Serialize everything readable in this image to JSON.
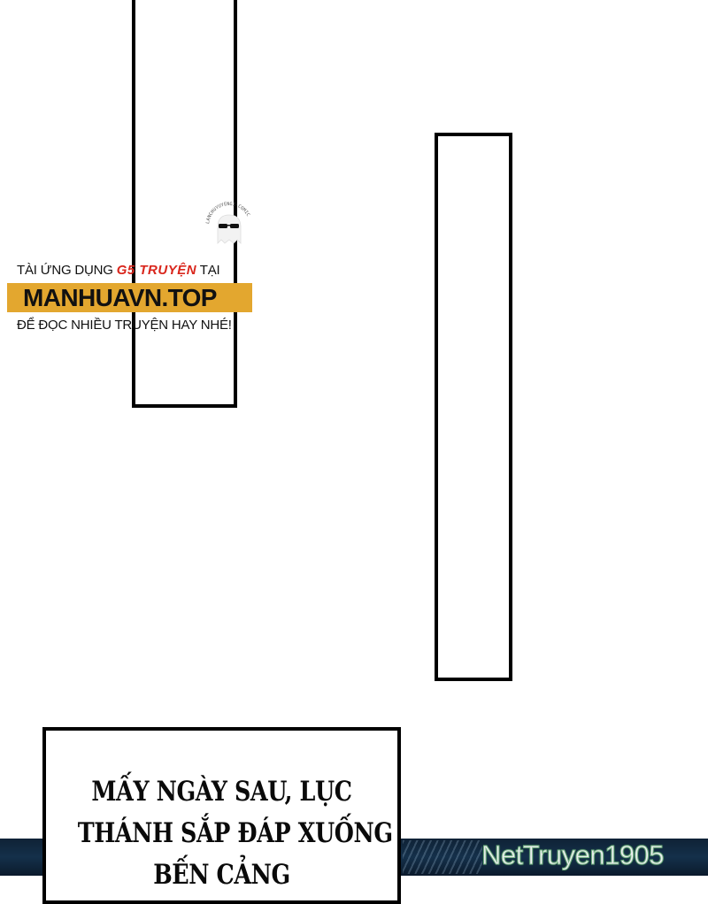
{
  "watermark_promo": {
    "line1_prefix": "TÀI ỨNG DỤNG ",
    "line1_brand": "G5 TRUYỆN",
    "line1_suffix": " TẠI",
    "domain": "MANHUAVN.TOP",
    "line3": "ĐỂ ĐỌC NHIỀU TRUYỆN HAY NHÉ!",
    "brand_color": "#d9261c",
    "banner_color": "#e3a72f"
  },
  "mascot": {
    "icon": "ghost-with-sunglasses-icon",
    "arc_text": "LANCHUYUYENGI·COMIC"
  },
  "caption": {
    "lines": [
      "MẤY NGÀY SAU, LỤC",
      "THÁNH SẮP ĐÁP XUỐNG",
      "BẾN CẢNG"
    ]
  },
  "site_watermark": "NetTruyen1905",
  "colors": {
    "background": "#ffffff",
    "frame_border": "#000000",
    "bottom_art": "#14304a"
  }
}
